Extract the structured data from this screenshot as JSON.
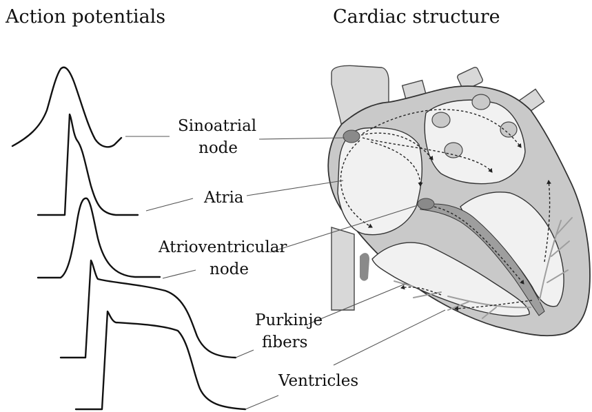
{
  "titles": {
    "left": "Action potentials",
    "right": "Cardiac structure"
  },
  "labels": {
    "sa_line1": "Sinoatrial",
    "sa_line2": "node",
    "atria": "Atria",
    "av_line1": "Atrioventricular",
    "av_line2": "node",
    "purkinje_line1": "Purkinje",
    "purkinje_line2": "fibers",
    "ventricles": "Ventricles"
  },
  "colors": {
    "ink": "#111111",
    "tissue_gray": "#c9c9c9",
    "chamber_light": "#f1f1f1",
    "node_gray": "#8a8a8a",
    "vessel_gray": "#d8d8d8"
  }
}
